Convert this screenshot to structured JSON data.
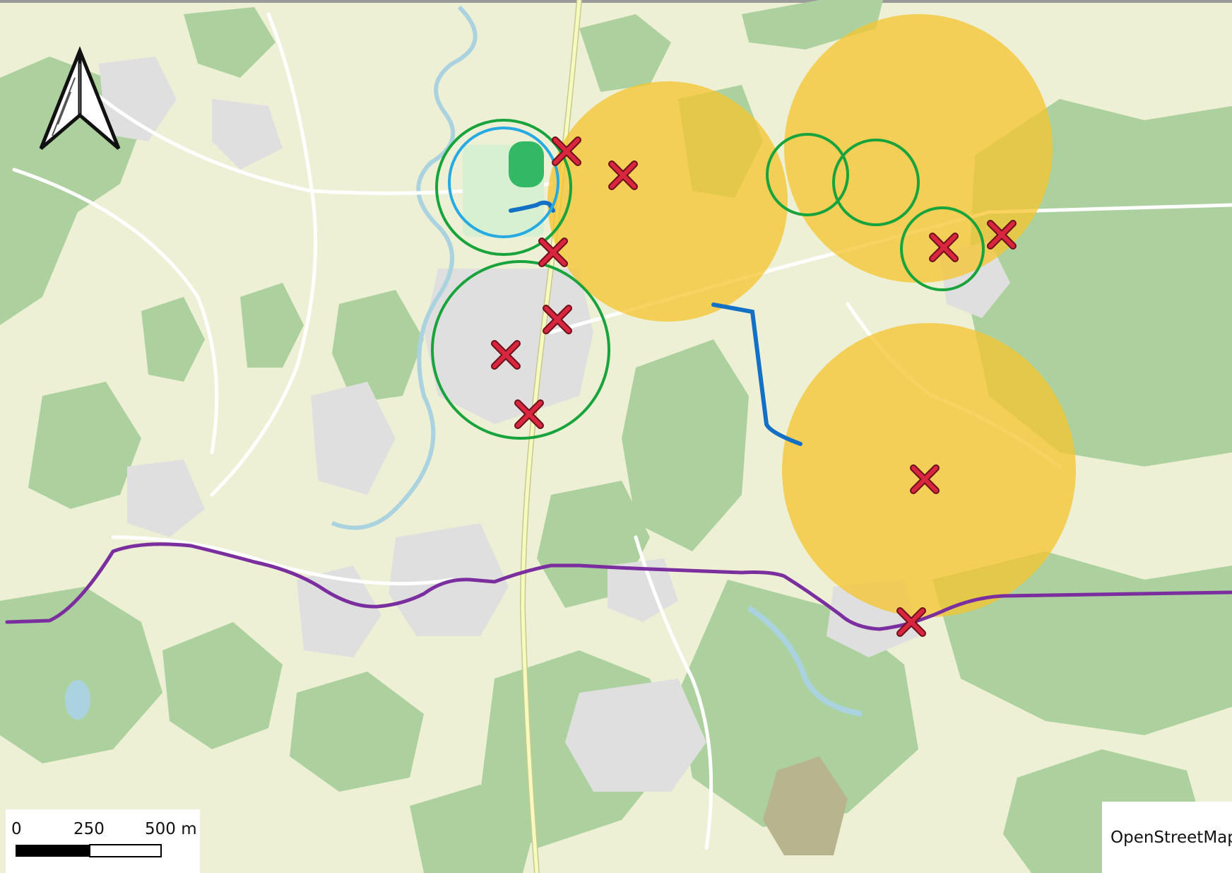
{
  "map": {
    "attribution": "OpenStreetMap",
    "scale_bar": {
      "labels": [
        "0",
        "250",
        "500 m"
      ]
    },
    "north_arrow": {
      "icon": "north-arrow-icon"
    },
    "colors": {
      "land": "#f2efe9",
      "farmland": "#eef0d5",
      "forest": "#add19e",
      "residential": "#e0dfdf",
      "water": "#aad3df",
      "road_major": "#f7fabf",
      "coverage_circle_fill": "#f5c42c",
      "coverage_circle_stroke": "#19a33c",
      "school_circle_stroke": "#27a9e1",
      "route_blue": "#1370c4",
      "route_purple": "#7b2f9e",
      "marker": "#d7263d"
    }
  }
}
